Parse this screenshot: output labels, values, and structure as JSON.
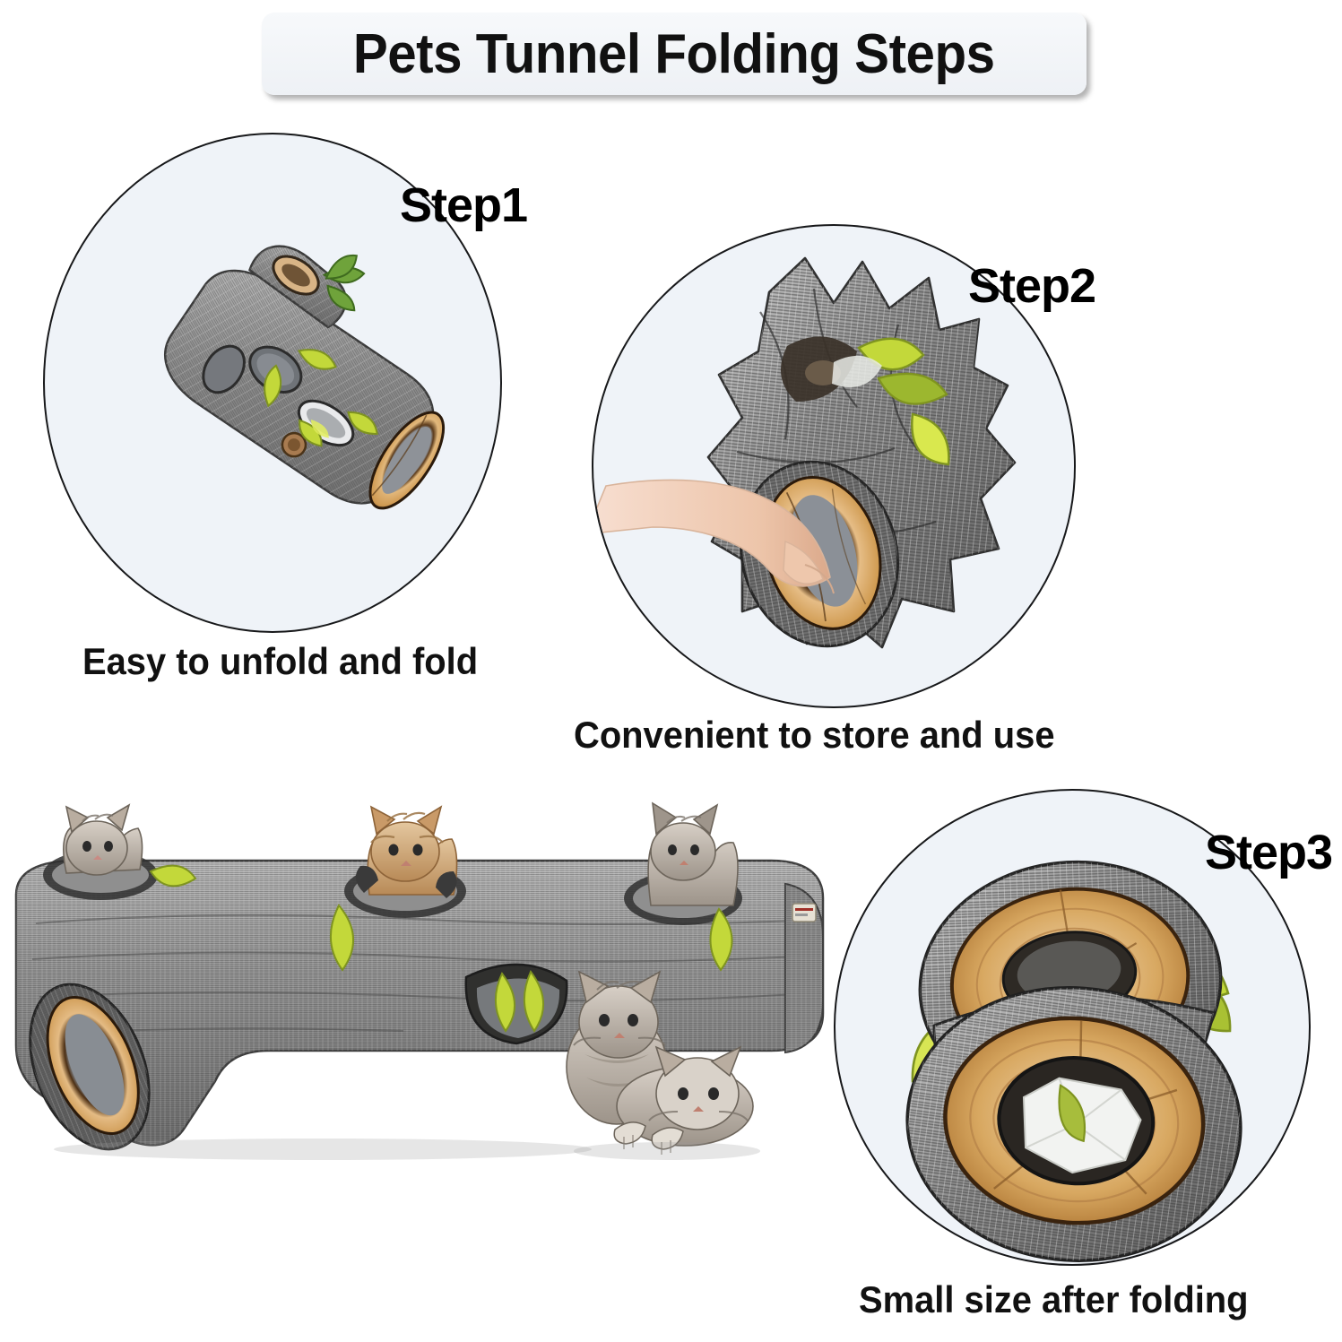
{
  "header": {
    "title": "Pets Tunnel Folding Steps"
  },
  "steps": [
    {
      "id": "step1",
      "label": "Step1",
      "caption": "Easy to unfold and fold",
      "image_alt": "collapsible tree-log cat tunnel fully unfolded, grey bark texture with side holes, green leaves and a tan wood-grain end opening"
    },
    {
      "id": "step2",
      "label": "Step2",
      "caption": "Convenient to store and use",
      "image_alt": "a hand collapsing the tree-log cat tunnel, fabric bunched up, tan wood-grain ring visible at the bottom"
    },
    {
      "id": "step3",
      "label": "Step3",
      "caption": "Small size after folding",
      "image_alt": "the tunnel folded flat into two overlapping wood-ring discs with green leaves, compact size"
    }
  ],
  "hero": {
    "image_alt": "full length grey tree-log cat tunnel with three cats peeking out of top holes and two kittens lying in front",
    "cats": 5
  },
  "colors": {
    "page_background": "#ffffff",
    "banner_background": "#f2f5f8",
    "circle_fill": "#eff3f8",
    "circle_stroke": "#17181a",
    "text": "#111111",
    "bark_grey": "#9a9a9a",
    "bark_dark": "#5d5d5d",
    "wood_tan": "#d5a663",
    "wood_light": "#e8c48e",
    "wood_dark": "#6a4220",
    "leaf_green": "#c3d83a",
    "leaf_olive": "#93a82c",
    "mesh_grey": "#9aa0a6",
    "skin": "#f3d4bd",
    "cat_tabby": "#b9ada0",
    "cat_orange": "#c99a68"
  }
}
